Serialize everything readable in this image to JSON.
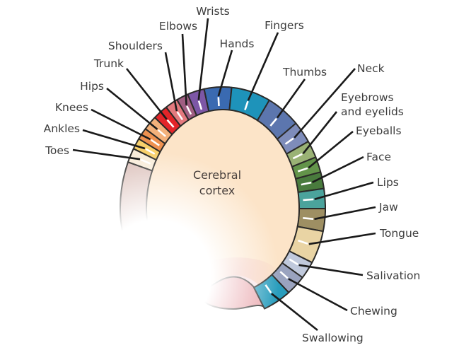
{
  "figure": {
    "center_label": {
      "line1": "Cerebral",
      "line2": "cortex"
    },
    "eyebrows_label": {
      "line1": "Eyebrows",
      "line2": "and eyelids"
    }
  },
  "colors": {
    "background": "#ffffff",
    "brain_fill": "#fce4c8",
    "outline": "#2b2a28",
    "label_text": "#3d3d3d",
    "leader_line": "#1a1a1a",
    "leader_tick": "#ffffff",
    "brainstem_pink": "#e9a7ad",
    "bottom_shadow_pink": "#eba9ae"
  },
  "segments": [
    {
      "id": "lower-leg",
      "label": "",
      "color": "#dcc1bb"
    },
    {
      "id": "toes",
      "label": "Toes",
      "color": "#f8ecd9"
    },
    {
      "id": "ankles",
      "label": "Ankles",
      "color": "#f8d06b"
    },
    {
      "id": "knees",
      "label": "Knees",
      "color": "#ee9150"
    },
    {
      "id": "hips",
      "label": "Hips",
      "color": "#f3b17b"
    },
    {
      "id": "trunk",
      "label": "Trunk",
      "color": "#e32529"
    },
    {
      "id": "shoulders",
      "label": "Shoulders",
      "color": "#e4797e"
    },
    {
      "id": "elbows",
      "label": "Elbows",
      "color": "#a05e82"
    },
    {
      "id": "wrists",
      "label": "Wrists",
      "color": "#7d57a6"
    },
    {
      "id": "hands",
      "label": "Hands",
      "color": "#3a6ab1"
    },
    {
      "id": "fingers",
      "label": "Fingers",
      "color": "#1e93ba"
    },
    {
      "id": "thumbs",
      "label": "Thumbs",
      "color": "#5c76ae"
    },
    {
      "id": "neck",
      "label": "Neck",
      "color": "#7e8cba"
    },
    {
      "id": "eyebrows",
      "label": "Eyebrows and eyelids",
      "color": "#9ab275"
    },
    {
      "id": "eyeballs",
      "label": "Eyeballs",
      "color": "#63944a"
    },
    {
      "id": "face",
      "label": "Face",
      "color": "#497b3d"
    },
    {
      "id": "lips",
      "label": "Lips",
      "color": "#4ba39c"
    },
    {
      "id": "jaw",
      "label": "Jaw",
      "color": "#9e8f63"
    },
    {
      "id": "tongue",
      "label": "Tongue",
      "color": "#e9d4a4"
    },
    {
      "id": "salivation",
      "label": "Salivation",
      "color": "#c0c9dc"
    },
    {
      "id": "chewing",
      "label": "Chewing",
      "color": "#9aa3bf"
    },
    {
      "id": "swallowing",
      "label": "Swallowing",
      "color": "#299dbd"
    },
    {
      "id": "brainstem",
      "label": "",
      "color": "#e9a7ad"
    }
  ]
}
